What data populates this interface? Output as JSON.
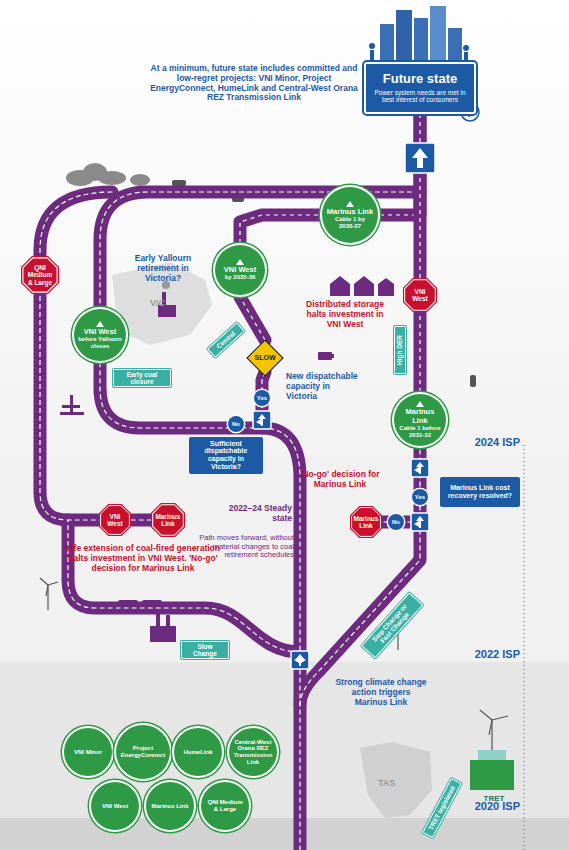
{
  "diagram": {
    "nodes": [
      {
        "text": [
          "Future state",
          "Power system needs are met in best interest of consumers"
        ]
      },
      {
        "text": [
          "Marinus Link",
          "Cable 1 by 2036-37"
        ]
      },
      {
        "text": [
          "VNI West",
          "by 2035-36"
        ]
      },
      {
        "text": [
          "QNI Medium & Large"
        ]
      },
      {
        "text": [
          "VNI West"
        ]
      },
      {
        "text": [
          "VNI West",
          "before Yallourn closes"
        ]
      },
      {
        "text": [
          "Central"
        ]
      },
      {
        "text": [
          "Early coal closure"
        ]
      },
      {
        "text": [
          "SLOW"
        ]
      },
      {
        "text": [
          "High DER"
        ]
      },
      {
        "text": [
          "Yes"
        ]
      },
      {
        "text": [
          "No"
        ]
      },
      {
        "text": [
          "Sufficient dispatchable capacity in Victoria?"
        ]
      },
      {
        "text": [
          "Marinus Link",
          "Cable 1 before 2031-32"
        ]
      },
      {
        "text": [
          "Marinus Link cost recovery resolved?"
        ]
      },
      {
        "text": [
          "Yes"
        ]
      },
      {
        "text": [
          "No"
        ]
      },
      {
        "text": [
          "VNI West"
        ]
      },
      {
        "text": [
          "Marinus Link"
        ]
      },
      {
        "text": [
          "Marinus Link"
        ]
      },
      {
        "text": [
          "Step Change or Fast Change"
        ]
      },
      {
        "text": [
          "Slow Change"
        ]
      },
      {
        "text": [
          "TRET legislated"
        ]
      },
      {
        "text": [
          "VNI Minor"
        ]
      },
      {
        "text": [
          "Project EnergyConnect"
        ]
      },
      {
        "text": [
          "HumeLink"
        ]
      },
      {
        "text": [
          "Central-West Orana REZ Transmission Link"
        ]
      },
      {
        "text": [
          "VNI West"
        ]
      },
      {
        "text": [
          "Marinus Link"
        ]
      },
      {
        "text": [
          "QNI Medium & Large"
        ]
      }
    ],
    "edges": [
      {
        "from": 8,
        "to": 2,
        "arrow": "none"
      },
      {
        "from": 2,
        "to": 1,
        "arrow": "none"
      },
      {
        "from": 1,
        "to": 0,
        "arrow": "none"
      },
      {
        "from": 13,
        "to": 4,
        "arrow": "none"
      },
      {
        "from": 4,
        "to": 0,
        "arrow": "none"
      }
    ],
    "labels": [
      "At a minimum, future state includes committed and low-regret projects: VNI Minor, Project EnergyConnect, HumeLink and Central-West Orana REZ Transmission Link",
      "Early Yallourn retirement in Victoria?",
      "VIC",
      "Distributed storage halts investment in VNI West",
      "New dispatchable capacity in Victoria",
      "'No-go' decision for Marinus Link",
      "2022–24 Steady state",
      "Path moves forward, without material changes to coal retirement schedules",
      "Life extension of coal-fired generation halts investment in VNI West. 'No-go' decision for Marinus Link",
      "Strong climate change action triggers Marinus Link",
      "TAS",
      "TRET",
      "2024 ISP",
      "2022 ISP",
      "2020 ISP"
    ]
  }
}
